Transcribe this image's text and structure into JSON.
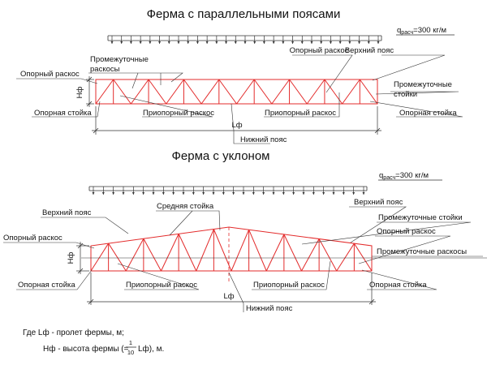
{
  "colors": {
    "truss": "#e32b2b",
    "line": "#333333",
    "text": "#111111",
    "background": "#ffffff"
  },
  "truss1": {
    "title": "Ферма с параллельными поясами",
    "load": {
      "q": "q",
      "sub": "расч",
      "value": "=300 кг/м"
    },
    "labels": {
      "upper_chord": "Верхний пояс",
      "support_brace_top": "Опорный раскос",
      "support_brace_left": "Опорный раскос",
      "intermediate_braces_1": "Промежуточные",
      "intermediate_braces_2": "раскосы",
      "intermediate_posts_1": "Промежуточные",
      "intermediate_posts_2": "стойки",
      "support_post_left": "Опорная стойка",
      "support_post_right": "Опорная стойка",
      "near_support_brace_1": "Приопорный раскос",
      "near_support_brace_2": "Приопорный раскос",
      "lower_chord": "Нижний пояс",
      "span": "Lф",
      "height": "Нф"
    }
  },
  "truss2": {
    "title": "Ферма с уклоном",
    "load": {
      "q": "q",
      "sub": "расч",
      "value": "=300 кг/м"
    },
    "labels": {
      "upper_chord_left": "Верхний пояс",
      "upper_chord_right": "Верхний пояс",
      "middle_post": "Средняя стойка",
      "intermediate_posts": "Промежуточные стойки",
      "support_brace_left": "Опорный раскос",
      "support_brace_right": "Опорный раскос",
      "intermediate_braces": "Промежуточные раскосы",
      "support_post_left": "Опорная стойка",
      "support_post_right": "Опорная стойка",
      "near_support_brace_1": "Приопорный раскос",
      "near_support_brace_2": "Приопорный раскос",
      "lower_chord": "Нижний пояс",
      "span": "Lф",
      "height": "Нф"
    }
  },
  "legend": {
    "line1": "Где Lф - пролет фермы, м;",
    "line2_pre": "Нф - высота фермы (=",
    "frac_num": "1",
    "frac_den": "10",
    "line2_post": "Lф), м."
  }
}
